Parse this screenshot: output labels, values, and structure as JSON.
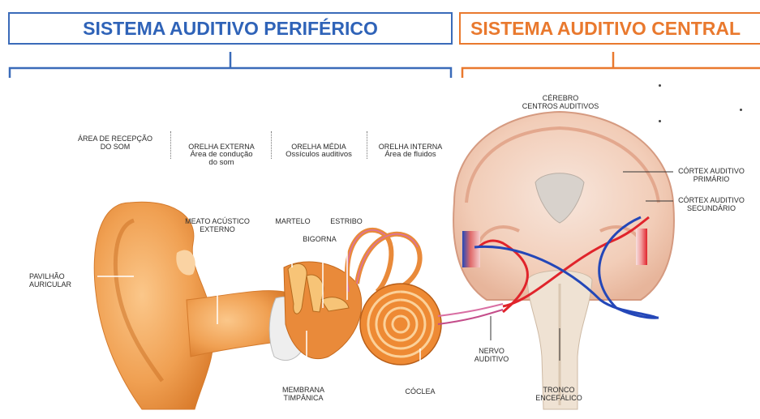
{
  "headers": {
    "peripheral": "SISTEMA AUDITIVO PERIFÉRICO",
    "central": "SISTEMA AUDITIVO CENTRAL"
  },
  "zones": {
    "reception": "ÁREA DE RECEPÇÃO\nDO SOM",
    "outer_title": "ORELHA EXTERNA",
    "outer_sub": "Área de condução\ndo som",
    "middle_title": "ORELHA MÉDIA",
    "middle_sub": "Ossículos auditivos",
    "inner_title": "ORELHA INTERNA",
    "inner_sub": "Área de fluidos"
  },
  "labels": {
    "brain": "CÉREBRO\nCENTROS AUDITIVOS",
    "pinna": "PAVILHÃO\nAURICULAR",
    "canal": "MEATO ACÚSTICO\nEXTERNO",
    "malleus": "MARTELO",
    "stapes": "ESTRIBO",
    "incus": "BIGORNA",
    "eardrum": "MEMBRANA\nTIMPÂNICA",
    "cochlea": "CÓCLEA",
    "nerve": "NERVO\nAUDITIVO",
    "brainstem": "TRONCO\nENCEFÁLICO",
    "primary_cortex": "CÓRTEX AUDITIVO\nPRIMÁRIO",
    "secondary_cortex": "CÓRTEX AUDITIVO\nSECUNDÁRIO"
  },
  "colors": {
    "peripheral": "#2f63b8",
    "central": "#e9792e",
    "ear_skin": "#f3a35a",
    "pathway_red": "#e0242b",
    "pathway_blue": "#2447b8"
  }
}
